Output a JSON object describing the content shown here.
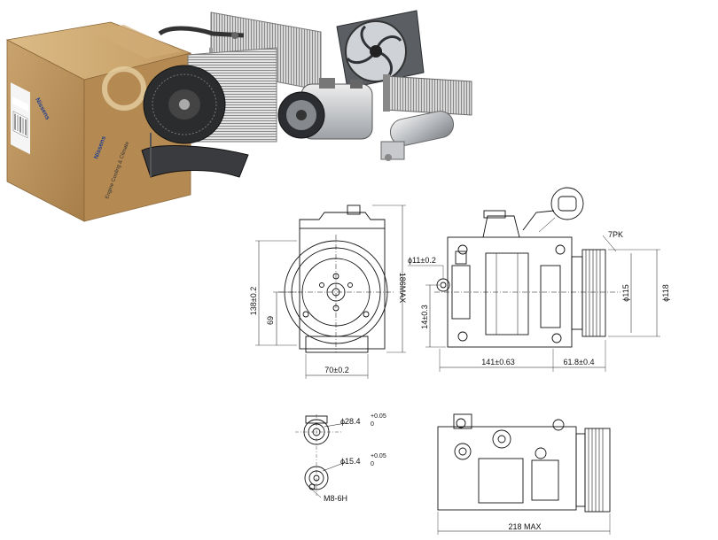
{
  "product_photo": {
    "box_brand": "Nissens",
    "box_tagline": "Engine Cooling & Climate"
  },
  "drawing": {
    "front_view": {
      "height_1": "138±0.2",
      "height_max": "186MAX",
      "height_2": "69",
      "width": "70±0.2"
    },
    "side_view": {
      "port_diameter": "ϕ11±0.2",
      "offset": "14±0.3",
      "belt": "7PK",
      "pulley_inner": "ϕ115",
      "pulley_outer": "ϕ118",
      "body_length": "141±0.63",
      "pulley_length": "61.8±0.4"
    },
    "port_detail": {
      "large_port_base": "ϕ28.4",
      "large_port_tol_upper": "+0.05",
      "large_port_tol_lower": "0",
      "small_port_base": "ϕ15.4",
      "small_port_tol_upper": "+0.05",
      "small_port_tol_lower": "0",
      "thread": "M8-6H"
    },
    "top_view": {
      "overall_length": "218 MAX"
    }
  }
}
